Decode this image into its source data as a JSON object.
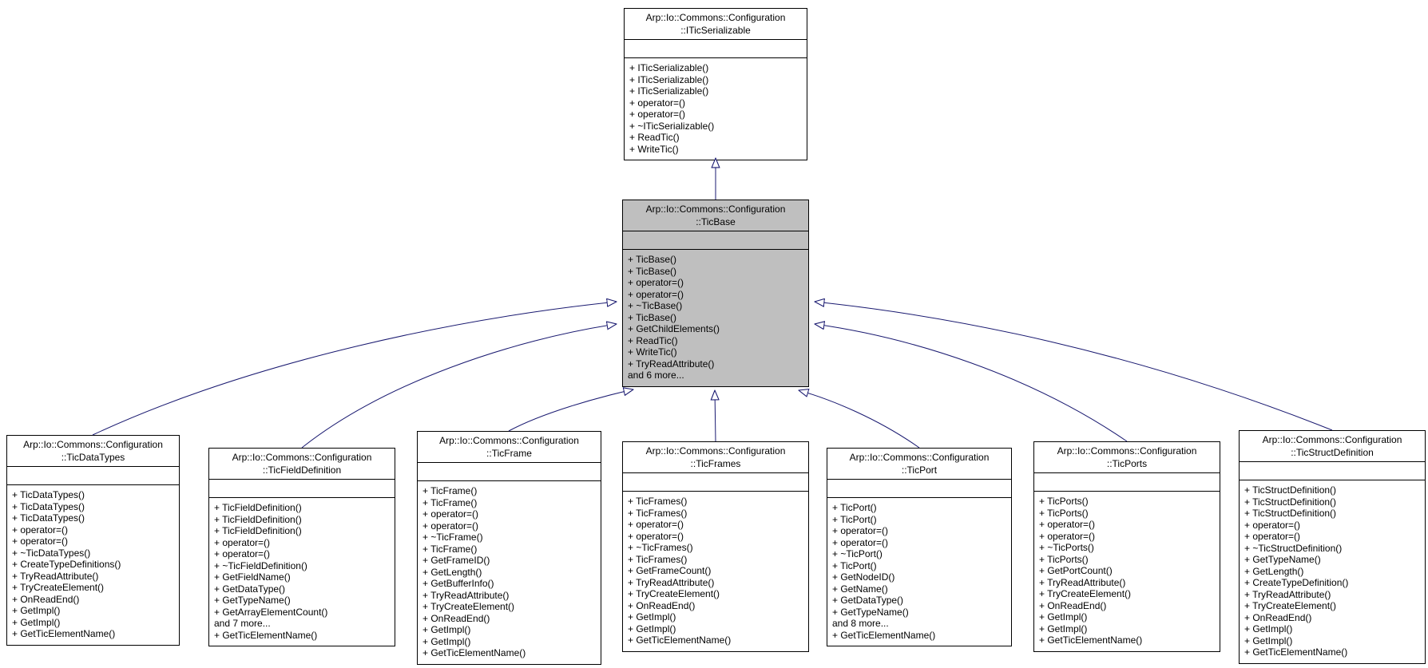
{
  "colors": {
    "edge": "#191970",
    "box_border": "#000000",
    "box_fill": "#ffffff",
    "highlight_fill": "#bfbfbf",
    "text": "#000000"
  },
  "classes": [
    {
      "id": "iticserializable",
      "title_line1": "Arp::Io::Commons::Configuration",
      "title_line2": "::ITicSerializable",
      "methods": [
        "+ ITicSerializable()",
        "+ ITicSerializable()",
        "+ ITicSerializable()",
        "+ operator=()",
        "+ operator=()",
        "+ ~ITicSerializable()",
        "+ ReadTic()",
        "+ WriteTic()"
      ]
    },
    {
      "id": "ticbase",
      "title_line1": "Arp::Io::Commons::Configuration",
      "title_line2": "::TicBase",
      "methods": [
        "+ TicBase()",
        "+ TicBase()",
        "+ operator=()",
        "+ operator=()",
        "+ ~TicBase()",
        "+ TicBase()",
        "+ GetChildElements()",
        "+ ReadTic()",
        "+ WriteTic()",
        "+ TryReadAttribute()",
        "and 6 more..."
      ]
    },
    {
      "id": "ticdatatypes",
      "title_line1": "Arp::Io::Commons::Configuration",
      "title_line2": "::TicDataTypes",
      "methods": [
        "+ TicDataTypes()",
        "+ TicDataTypes()",
        "+ TicDataTypes()",
        "+ operator=()",
        "+ operator=()",
        "+ ~TicDataTypes()",
        "+ CreateTypeDefinitions()",
        "+ TryReadAttribute()",
        "+ TryCreateElement()",
        "+ OnReadEnd()",
        "+ GetImpl()",
        "+ GetImpl()",
        "+ GetTicElementName()"
      ]
    },
    {
      "id": "ticfielddefinition",
      "title_line1": "Arp::Io::Commons::Configuration",
      "title_line2": "::TicFieldDefinition",
      "methods": [
        "+ TicFieldDefinition()",
        "+ TicFieldDefinition()",
        "+ TicFieldDefinition()",
        "+ operator=()",
        "+ operator=()",
        "+ ~TicFieldDefinition()",
        "+ GetFieldName()",
        "+ GetDataType()",
        "+ GetTypeName()",
        "+ GetArrayElementCount()",
        "and 7 more...",
        "+ GetTicElementName()"
      ]
    },
    {
      "id": "ticframe",
      "title_line1": "Arp::Io::Commons::Configuration",
      "title_line2": "::TicFrame",
      "methods": [
        "+ TicFrame()",
        "+ TicFrame()",
        "+ operator=()",
        "+ operator=()",
        "+ ~TicFrame()",
        "+ TicFrame()",
        "+ GetFrameID()",
        "+ GetLength()",
        "+ GetBufferInfo()",
        "+ TryReadAttribute()",
        "+ TryCreateElement()",
        "+ OnReadEnd()",
        "+ GetImpl()",
        "+ GetImpl()",
        "+ GetTicElementName()"
      ]
    },
    {
      "id": "ticframes",
      "title_line1": "Arp::Io::Commons::Configuration",
      "title_line2": "::TicFrames",
      "methods": [
        "+ TicFrames()",
        "+ TicFrames()",
        "+ operator=()",
        "+ operator=()",
        "+ ~TicFrames()",
        "+ TicFrames()",
        "+ GetFrameCount()",
        "+ TryReadAttribute()",
        "+ TryCreateElement()",
        "+ OnReadEnd()",
        "+ GetImpl()",
        "+ GetImpl()",
        "+ GetTicElementName()"
      ]
    },
    {
      "id": "ticport",
      "title_line1": "Arp::Io::Commons::Configuration",
      "title_line2": "::TicPort",
      "methods": [
        "+ TicPort()",
        "+ TicPort()",
        "+ operator=()",
        "+ operator=()",
        "+ ~TicPort()",
        "+ TicPort()",
        "+ GetNodeID()",
        "+ GetName()",
        "+ GetDataType()",
        "+ GetTypeName()",
        "and 8 more...",
        "+ GetTicElementName()"
      ]
    },
    {
      "id": "ticports",
      "title_line1": "Arp::Io::Commons::Configuration",
      "title_line2": "::TicPorts",
      "methods": [
        "+ TicPorts()",
        "+ TicPorts()",
        "+ operator=()",
        "+ operator=()",
        "+ ~TicPorts()",
        "+ TicPorts()",
        "+ GetPortCount()",
        "+ TryReadAttribute()",
        "+ TryCreateElement()",
        "+ OnReadEnd()",
        "+ GetImpl()",
        "+ GetImpl()",
        "+ GetTicElementName()"
      ]
    },
    {
      "id": "ticstructdefinition",
      "title_line1": "Arp::Io::Commons::Configuration",
      "title_line2": "::TicStructDefinition",
      "methods": [
        "+ TicStructDefinition()",
        "+ TicStructDefinition()",
        "+ TicStructDefinition()",
        "+ operator=()",
        "+ operator=()",
        "+ ~TicStructDefinition()",
        "+ GetTypeName()",
        "+ GetLength()",
        "+ CreateTypeDefinition()",
        "+ TryReadAttribute()",
        "+ TryCreateElement()",
        "+ OnReadEnd()",
        "+ GetImpl()",
        "+ GetImpl()",
        "+ GetTicElementName()"
      ]
    }
  ]
}
